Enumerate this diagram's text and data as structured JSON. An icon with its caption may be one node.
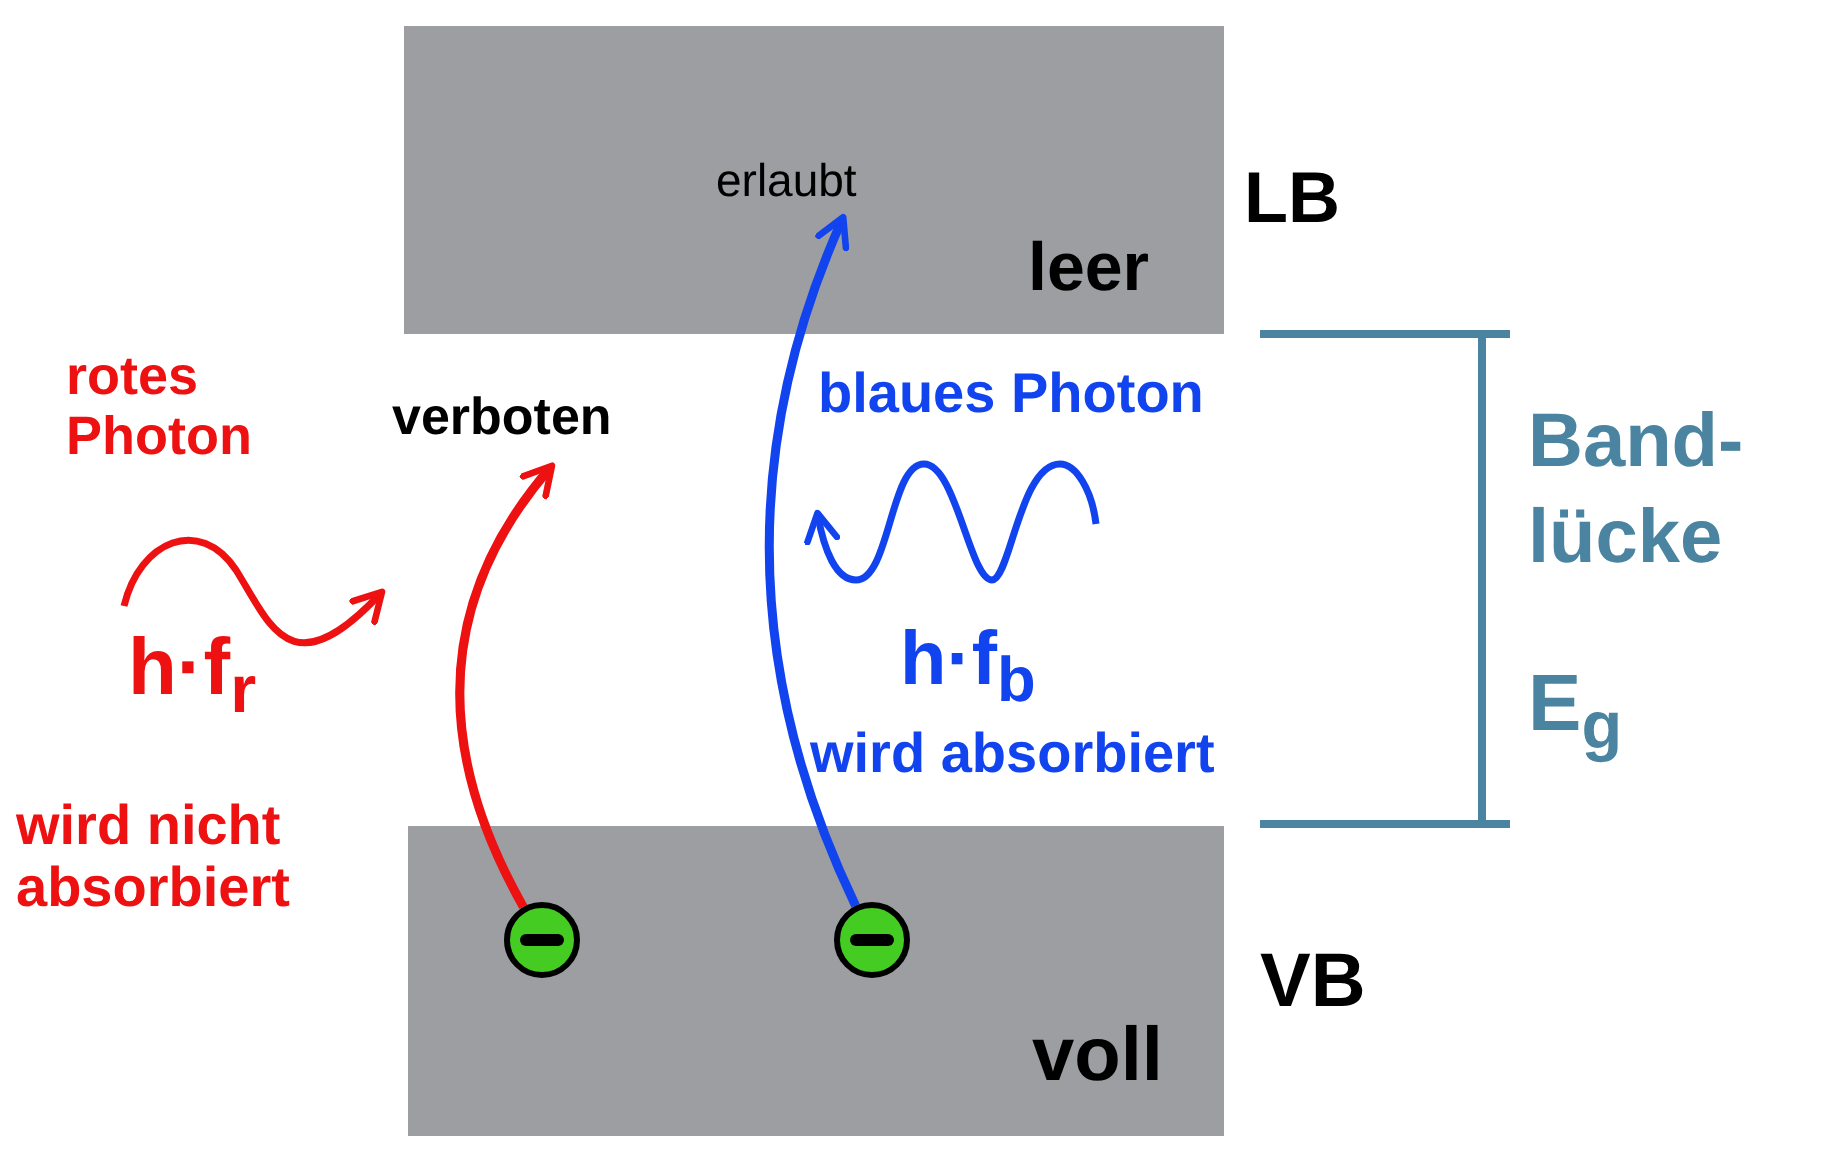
{
  "diagram": {
    "nodes": [
      {
        "text": [
          "leer"
        ],
        "beside": [
          "LB"
        ]
      },
      {
        "text": [
          "erlaubt"
        ],
        "in": 0
      },
      {
        "text": [
          "verboten"
        ]
      },
      {
        "text": [
          "voll"
        ],
        "beside": [
          "VB"
        ]
      },
      {
        "text": [],
        "shape": "circle",
        "in": 3
      },
      {
        "text": [],
        "shape": "circle",
        "in": 3
      }
    ],
    "edges": [
      {
        "from": 4,
        "to": 2,
        "arrow": "to",
        "color": "#ee1111"
      },
      {
        "from": 5,
        "to": 1,
        "arrow": "to",
        "color": "#1144ee"
      }
    ],
    "labels": [
      "rotes Photon",
      "h·f$_{r}$",
      "wird nicht absorbiert",
      "blaues Photon",
      "h·f$_{b}$",
      "wird absorbiert",
      "Band- lücke",
      "E$_{g}$"
    ]
  }
}
